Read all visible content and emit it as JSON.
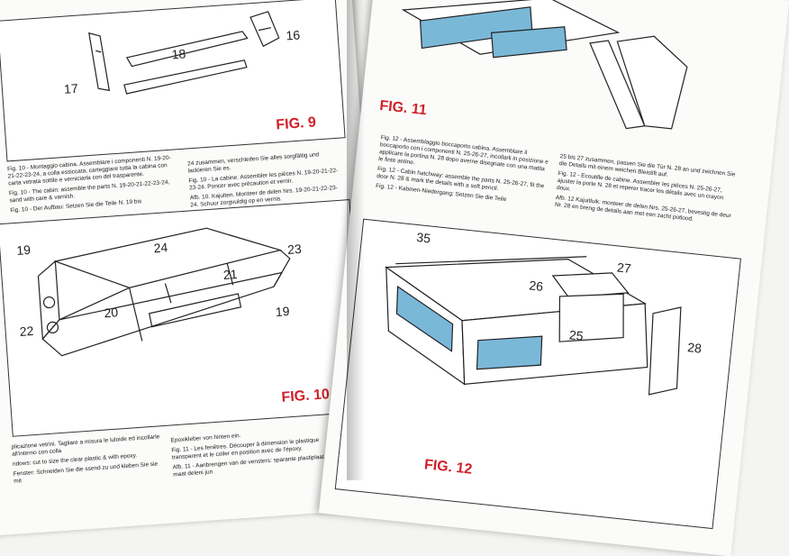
{
  "left_page": {
    "fig9": {
      "label": "FIG. 9",
      "callouts": [
        "17",
        "18",
        "16"
      ]
    },
    "fig10": {
      "label": "FIG. 10",
      "callouts": [
        "19",
        "24",
        "23",
        "21",
        "20",
        "22",
        "19"
      ]
    },
    "text_block_1": {
      "p1": "Fig. 10 - Montaggio cabina. Assemblare i componenti N. 19-20-21-22-23-24, a colla essiccata, carteggiare tutta la cabina con carta vetrata sottile e verniciarla con del trasparente.",
      "p2": "Fig. 10 - The cabin: assemble the parts N. 19-20-21-22-23-24, sand with care & varnish.",
      "p3": "Fig. 10 - Der Aufbau: Setzen Sie die Teile N. 19 bis",
      "p4": "24 zusammen, verschleifen Sie alles sorgfältig und lackieren Sie es.",
      "p5": "Fig. 10 - La cabine. Assembler les pièces N. 19-20-21-22-23-24. Poncer avec précaution et vernir.",
      "p6": "Afb. 10. Kajuiten. Monteer de delen Nrs. 19-20-21-22-23-24. Schuur zorgvuldig op en vernis."
    },
    "text_block_2": {
      "p1": "plicazione vetrini. Tagliare a misura le luloide ed incollarle all'interno con colla",
      "p2": "ndows: cut to size the clear plastic & with epoxy.",
      "p3": "Fenster: Schneiden Sie die ssend zu und kleben Sie sie mit",
      "p4": "Epoxikleber von hinten ein.",
      "p5": "Fig. 11 - Les fenêtres. Découper à dimension le plastique transparent et le coller en position avec de l'époxy.",
      "p6": "Afb. 11 - Aanbrengen van de vensters: sparante plastiplaat op maat deleni jun"
    }
  },
  "right_page": {
    "fig11": {
      "label": "FIG. 11"
    },
    "fig12": {
      "label": "FIG. 12",
      "callouts": [
        "35",
        "27",
        "26",
        "25",
        "28"
      ]
    },
    "text_block": {
      "p1": "Fig. 12 - Assemblaggio boccaporto cabina. Assemblare il boccaporto con i componenti N. 25-26-27, incollarli in posizione e applicare la portina N. 28 dopo averne disegnate con una matita le finte antine.",
      "p2": "Fig. 12 - Cabin hatchway: assemble the parts N. 25-26-27, fit the door N. 28 & mark the details with a soft pencil.",
      "p3": "Fig. 12 - Kabinen-Niedergang: Setzen Sie die Teile",
      "p4": "25 bis 27 zusammen, passen Sie die Tür N. 28 an und zeichnen Sie die Details mit einem weichen Bleistift auf.",
      "p5": "Fig. 12 - Ecoutille de cabine. Assembler les pièces N. 25-26-27, ajuster la porte N. 28 et reperer tracer les détails avec un crayon doux.",
      "p6": "Afb. 12 Kajuitluik: monteer de delen Nrs. 25-26-27, bevestig de deur Nr. 28 en breng de details aan met een zacht potlood."
    }
  },
  "colors": {
    "accent_red": "#d1202a",
    "window_blue": "#7ab8d8"
  }
}
